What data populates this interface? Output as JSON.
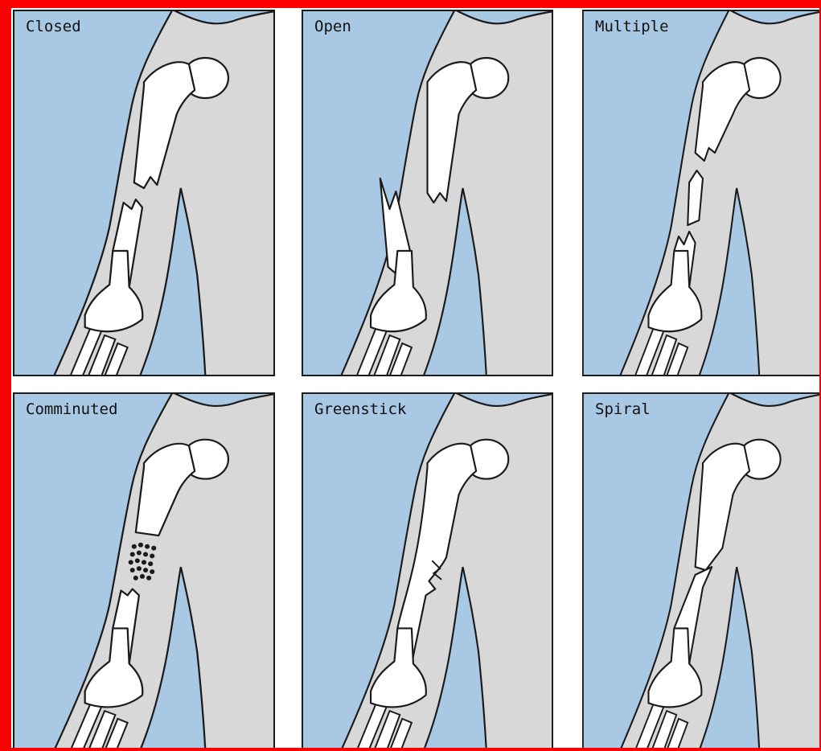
{
  "colors": {
    "frame": "#ff0000",
    "background": "#a8c8e4",
    "arm": "#d8d8d8",
    "bone": "#ffffff",
    "outline": "#1a1a1a",
    "gutter": "#ffffff"
  },
  "panels": [
    {
      "label": "Closed",
      "fracture": "closed"
    },
    {
      "label": "Open",
      "fracture": "open"
    },
    {
      "label": "Multiple",
      "fracture": "multiple"
    },
    {
      "label": "Comminuted",
      "fracture": "comminuted"
    },
    {
      "label": "Greenstick",
      "fracture": "greenstick"
    },
    {
      "label": "Spiral",
      "fracture": "spiral"
    }
  ]
}
